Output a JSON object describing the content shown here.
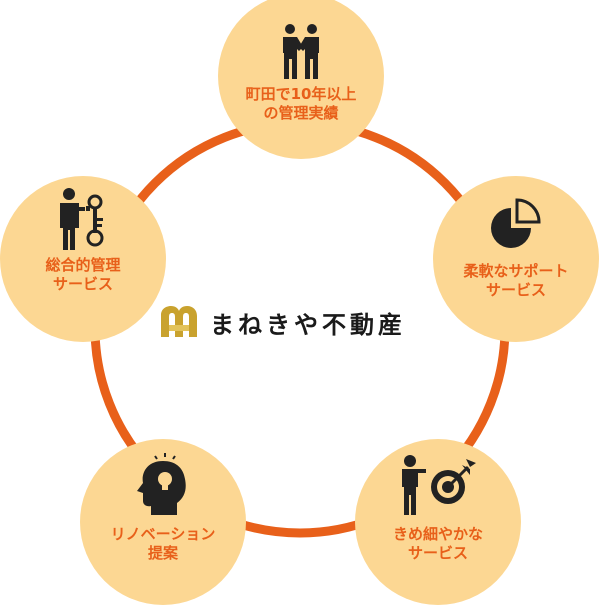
{
  "brand": {
    "name": "まねきや不動産"
  },
  "colors": {
    "ring": "#e8601a",
    "node_fill": "#fcd793",
    "label": "#e8601a",
    "icon": "#222222",
    "logo": "#c9a22e"
  },
  "nodes": {
    "top": {
      "line1": "町田で10年以上",
      "line2": "の管理実績",
      "icon": "handshake-icon"
    },
    "right": {
      "line1": "柔軟なサポート",
      "line2": "サービス",
      "icon": "pie-chart-icon"
    },
    "bottom_right": {
      "line1": "きめ細やかな",
      "line2": "サービス",
      "icon": "target-icon"
    },
    "bottom_left": {
      "line1": "リノベーション",
      "line2": "提案",
      "icon": "head-lightbulb-icon"
    },
    "left": {
      "line1": "総合的管理",
      "line2": "サービス",
      "icon": "key-person-icon"
    }
  }
}
